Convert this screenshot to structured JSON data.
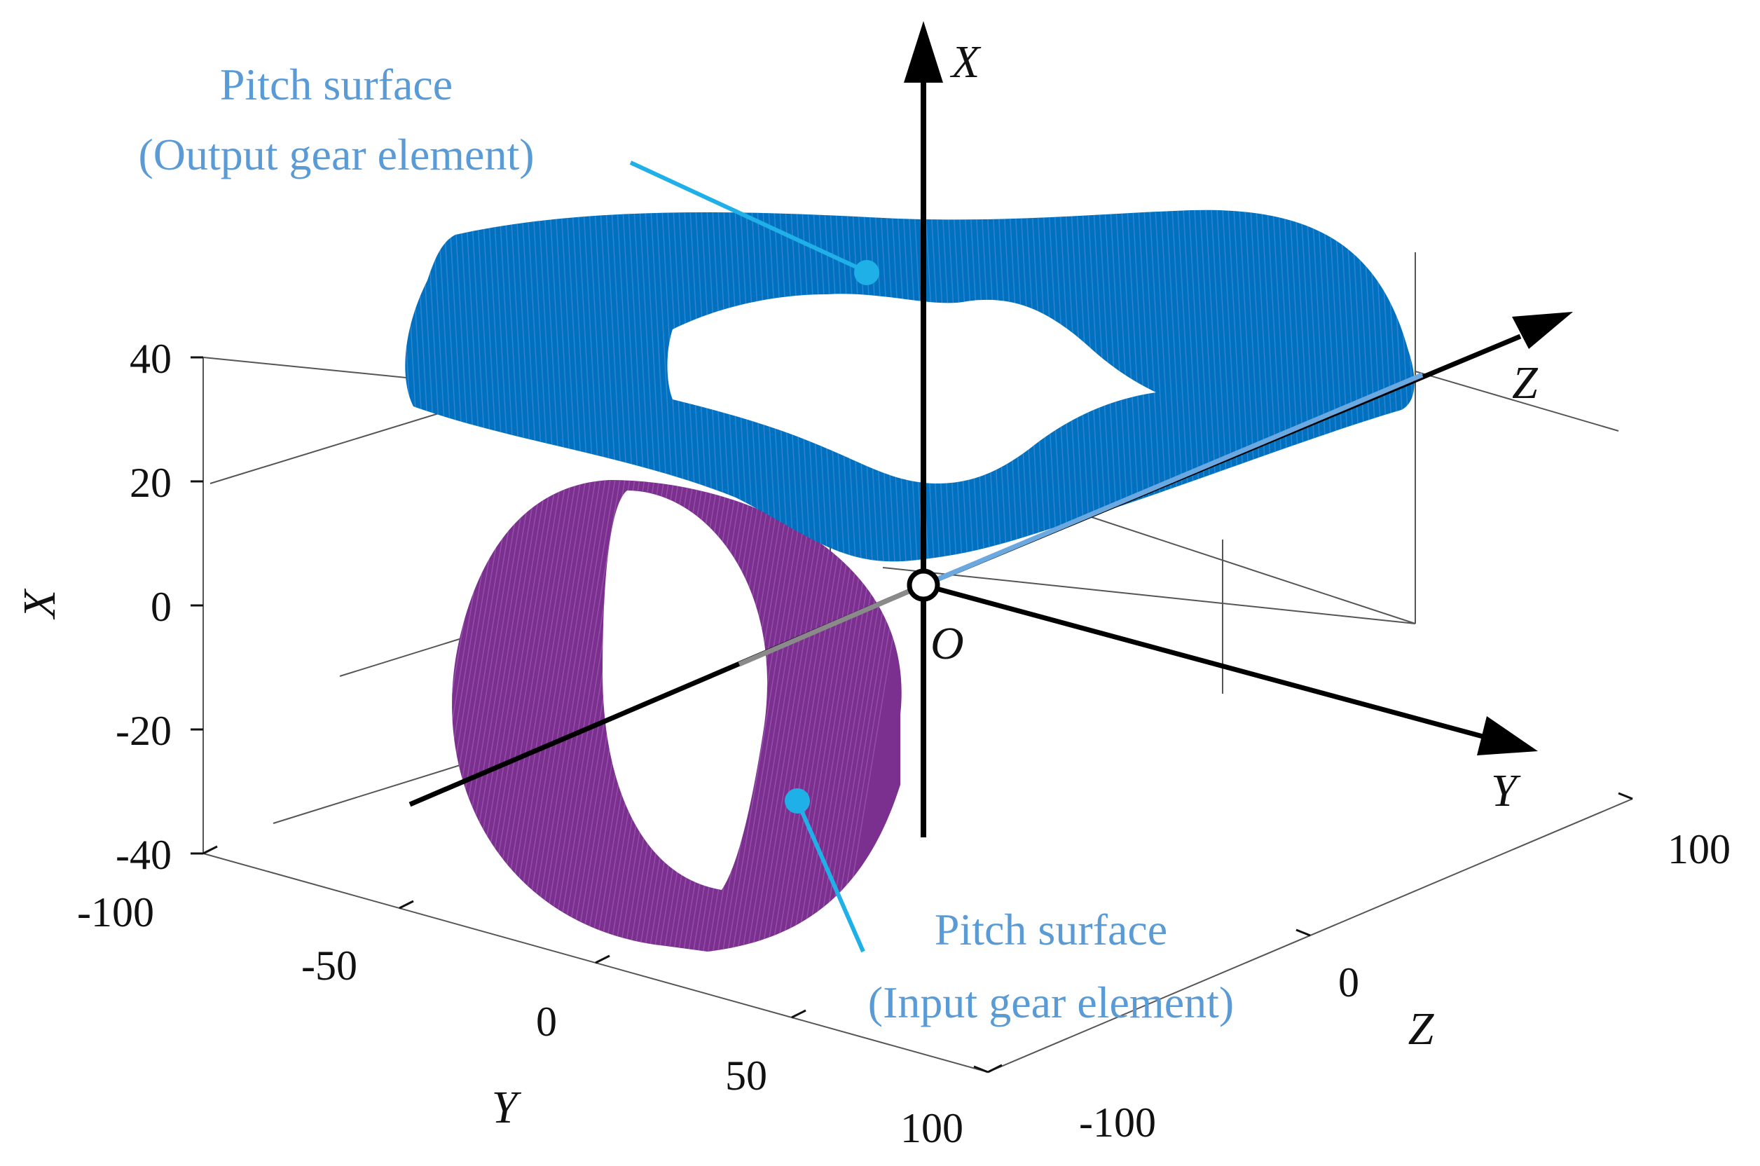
{
  "colors": {
    "output_surface": "#0070C0",
    "output_surface_light": "#3E8FD3",
    "input_surface": "#7B2F8F",
    "input_surface_light": "#9B56AC",
    "callout_text": "#5B9BD5",
    "callout_line": "#1FB0E8",
    "axis_black": "#000000",
    "frame_gray": "#555555"
  },
  "axes": {
    "x_label": "X",
    "y_label": "Y",
    "z_label": "Z",
    "x_ticks": [
      "40",
      "20",
      "0",
      "-20",
      "-40"
    ],
    "y_ticks": [
      "-100",
      "-50",
      "0",
      "50",
      "100"
    ],
    "z_ticks": [
      "-100",
      "0",
      "100"
    ]
  },
  "triad": {
    "x_label": "X",
    "y_label": "Y",
    "z_label": "Z",
    "origin_label": "O"
  },
  "callouts": {
    "output": {
      "line1": "Pitch surface",
      "line2": "(Output gear element)"
    },
    "input": {
      "line1": "Pitch surface",
      "line2": "(Input gear element)"
    }
  }
}
